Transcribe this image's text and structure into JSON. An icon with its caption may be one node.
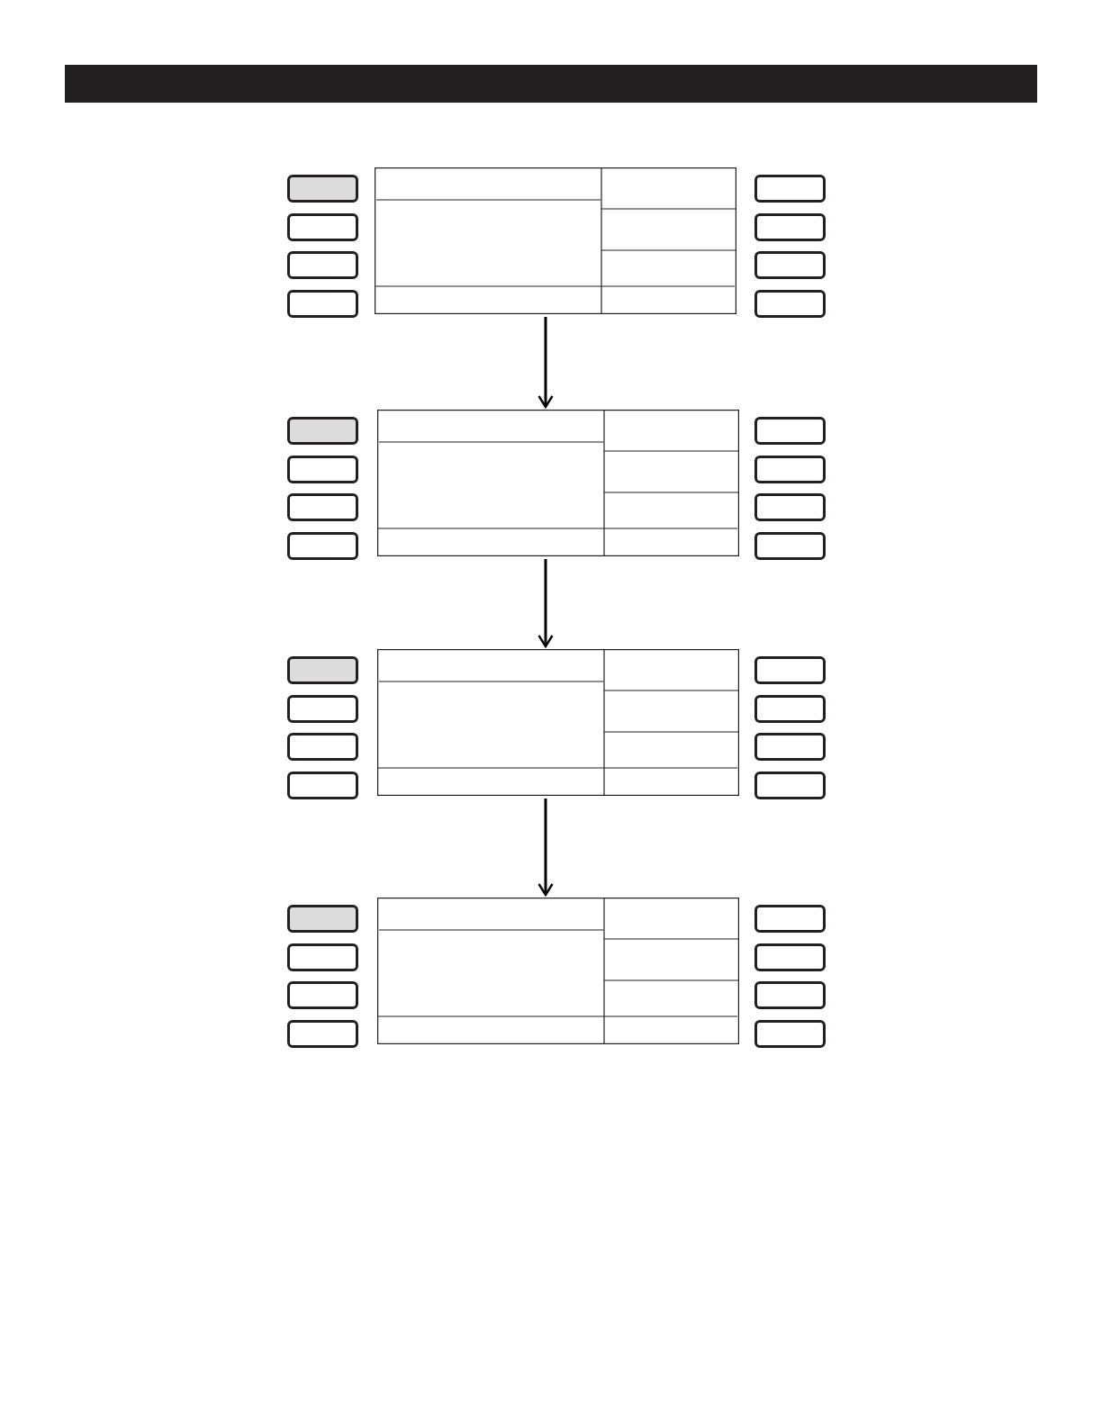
{
  "diagram": {
    "nodes": [
      {
        "text": [],
        "shape": "button"
      },
      {
        "text": [],
        "shape": "box"
      },
      {
        "text": [],
        "shape": "button"
      },
      {
        "text": [],
        "shape": "button"
      },
      {
        "text": [],
        "shape": "button"
      },
      {
        "text": [],
        "shape": "button"
      },
      {
        "text": [],
        "shape": "button"
      },
      {
        "text": [],
        "shape": "button"
      },
      {
        "text": [],
        "shape": "button"
      },
      {
        "text": [],
        "shape": "button"
      },
      {
        "text": [],
        "shape": "box"
      },
      {
        "text": [],
        "shape": "button"
      },
      {
        "text": [],
        "shape": "button"
      },
      {
        "text": [],
        "shape": "button"
      },
      {
        "text": [],
        "shape": "button"
      },
      {
        "text": [],
        "shape": "button"
      },
      {
        "text": [],
        "shape": "button"
      },
      {
        "text": [],
        "shape": "button"
      },
      {
        "text": [],
        "shape": "button"
      },
      {
        "text": [],
        "shape": "box"
      },
      {
        "text": [],
        "shape": "button"
      },
      {
        "text": [],
        "shape": "button"
      },
      {
        "text": [],
        "shape": "button"
      },
      {
        "text": [],
        "shape": "button"
      },
      {
        "text": [],
        "shape": "button"
      },
      {
        "text": [],
        "shape": "button"
      },
      {
        "text": [],
        "shape": "button"
      },
      {
        "text": [],
        "shape": "button"
      },
      {
        "text": [],
        "shape": "box"
      },
      {
        "text": [],
        "shape": "button"
      },
      {
        "text": [],
        "shape": "button"
      },
      {
        "text": [],
        "shape": "button"
      },
      {
        "text": [],
        "shape": "button"
      },
      {
        "text": [],
        "shape": "button"
      },
      {
        "text": [],
        "shape": "button"
      },
      {
        "text": [],
        "shape": "button"
      }
    ],
    "edges": [
      {
        "from": 1,
        "to": 10,
        "arrow": "to"
      },
      {
        "from": 10,
        "to": 19,
        "arrow": "to"
      },
      {
        "from": 19,
        "to": 28,
        "arrow": "to"
      }
    ]
  }
}
